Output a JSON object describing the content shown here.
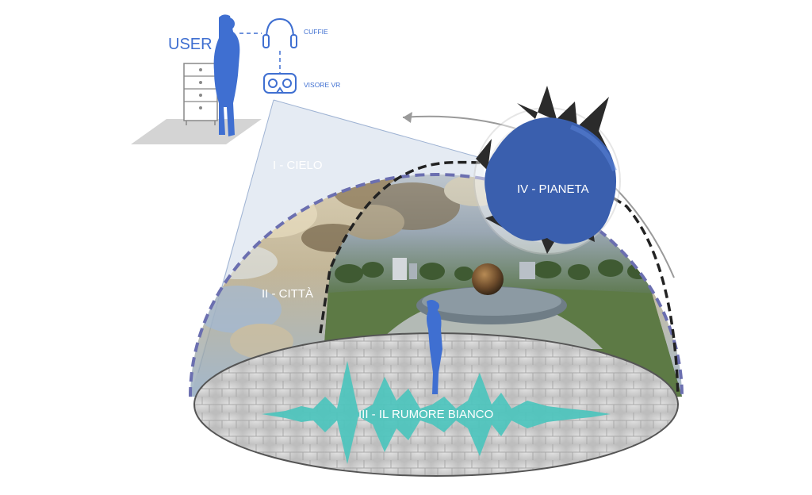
{
  "labels": {
    "user": "USER",
    "headphones": "CUFFIE",
    "vr_headset": "VISORE VR",
    "layer_1": "I - CIELO",
    "layer_2": "II - CITTÀ",
    "layer_3": "III - IL RUMORE BIANCO",
    "layer_4": "IV - PIANETA"
  },
  "colors": {
    "accent_blue": "#3f6fd1",
    "planet_blue": "#3a5fae",
    "spike_dark": "#2b2b2b",
    "dome_dash": "#6b6fb0",
    "inner_dash": "#222222",
    "waveform": "#49c4bd",
    "label_gray": "#ffffff",
    "floor": "#c9c9c9"
  },
  "icons": [
    "headphones-icon",
    "vr-headset-icon",
    "dresser-icon",
    "person-silhouette-icon",
    "orbit-arrow-icon"
  ]
}
